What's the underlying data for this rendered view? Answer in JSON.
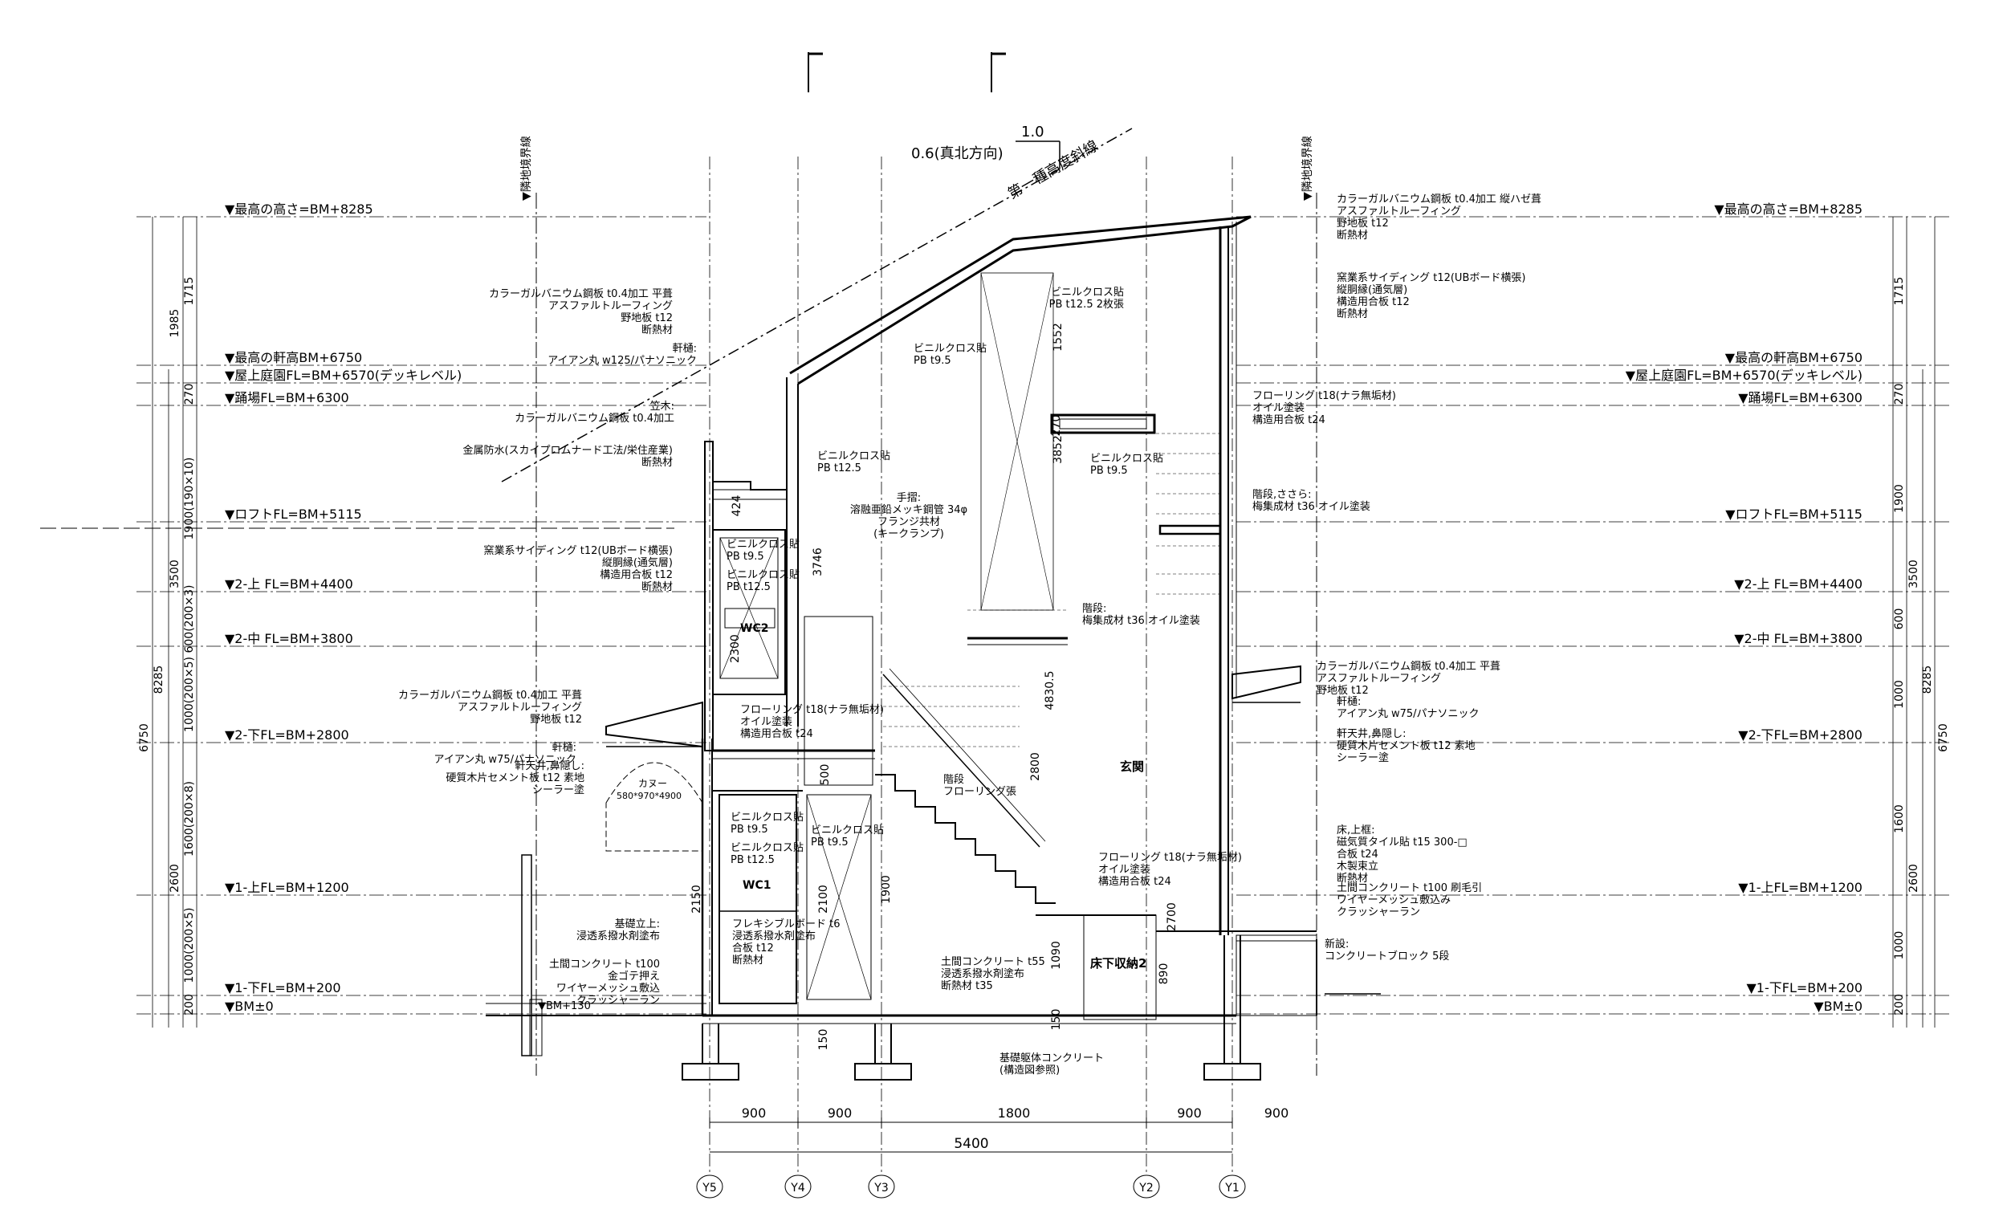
{
  "compass": {
    "ratio_top": "1.0",
    "ratio_label": "0.6(真北方向)",
    "slope_line": "第一種高度斜線"
  },
  "boundary": {
    "left": "▼隣地境界線",
    "right": "▼隣地境界線"
  },
  "levels": [
    {
      "key": "max_height",
      "label": "▼最高の高さ=BM+8285",
      "mm": 8285
    },
    {
      "key": "max_eave",
      "label": "▼最高の軒高BM+6750",
      "mm": 6750
    },
    {
      "key": "roof_garden",
      "label": "▼屋上庭園FL=BM+6570(デッキレベル)",
      "mm": 6570
    },
    {
      "key": "landing",
      "label": "▼踊場FL=BM+6300",
      "mm": 6300
    },
    {
      "key": "loft",
      "label": "▼ロフトFL=BM+5115",
      "mm": 5115
    },
    {
      "key": "f2_upper",
      "label": "▼2-上 FL=BM+4400",
      "mm": 4400
    },
    {
      "key": "f2_mid",
      "label": "▼2-中 FL=BM+3800",
      "mm": 3800
    },
    {
      "key": "f2_lower",
      "label": "▼2-下FL=BM+2800",
      "mm": 2800
    },
    {
      "key": "f1_upper",
      "label": "▼1-上FL=BM+1200",
      "mm": 1200
    },
    {
      "key": "f1_lower",
      "label": "▼1-下FL=BM+200",
      "mm": 200
    },
    {
      "key": "bm",
      "label": "▼BM±0",
      "mm": 0
    }
  ],
  "level_marker_bm130": "▼BM+130",
  "left_dims": {
    "col1": [
      "200",
      "1000(200×5)",
      "1600(200×8)",
      "1000(200×5)",
      "600(200×3)",
      "1900(190×10)",
      "270"
    ],
    "col2": [
      "2600",
      "3500",
      "1985",
      "1715"
    ],
    "col3": [
      "8285"
    ],
    "col4": [
      "6750"
    ]
  },
  "right_dims": {
    "col1": [
      "200",
      "1000",
      "1600",
      "1000",
      "600",
      "1900",
      "270"
    ],
    "col2": [
      "2600",
      "3500",
      "1715"
    ],
    "col3": [
      "8285"
    ],
    "col4": [
      "6750"
    ]
  },
  "interior_dims": [
    "1552",
    "3852",
    "3746",
    "424",
    "2300",
    "500",
    "2150",
    "2100",
    "1900",
    "4830.5",
    "2800",
    "270",
    "1090",
    "890",
    "2700",
    "150",
    "150"
  ],
  "grid": {
    "spans": [
      "900",
      "900",
      "1800",
      "900",
      "900"
    ],
    "total": "5400",
    "axes": [
      "Y5",
      "Y4",
      "Y3",
      "Y2",
      "Y1"
    ]
  },
  "rooms": {
    "wc2": "WC2",
    "wc1": "WC1",
    "entrance": "玄関",
    "storage": "床下収納2",
    "canoe": "カヌー",
    "canoe_size": "580*970*4900"
  },
  "notes": {
    "roof_right": [
      "カラーガルバニウム鋼板 t0.4加工 縦ハゼ葺",
      "アスファルトルーフィング",
      "野地板 t12",
      "断熱材"
    ],
    "wall_right": [
      "窯業系サイディング t12(UBボード横張)",
      "縦胴縁(通気層)",
      "構造用合板 t12",
      "断熱材"
    ],
    "ceiling_top": [
      "ビニルクロス貼",
      "PB t12.5 2枚張"
    ],
    "roof_left": [
      "カラーガルバニウム鋼板 t0.4加工 平葺",
      "アスファルトルーフィング",
      "野地板 t12",
      "断熱材"
    ],
    "gutter_left": [
      "軒樋:",
      "アイアン丸 w125/パナソニック"
    ],
    "slope_ceiling": [
      "ビニルクロス貼",
      "PB t9.5"
    ],
    "flooring_top": [
      "フローリング t18(ナラ無垢材)",
      "オイル塗装",
      "構造用合板 t24"
    ],
    "kasagi": [
      "笠木:",
      "カラーガルバニウム鋼板 t0.4加工"
    ],
    "waterproof": [
      "金属防水(スカイプロムナード工法/栄住産業)",
      "断熱材"
    ],
    "cloth_125": [
      "ビニルクロス貼",
      "PB t12.5"
    ],
    "cloth_95_mid": [
      "ビニルクロス貼",
      "PB t9.5"
    ],
    "stair_upper": [
      "階段,ささら:",
      "梅集成材 t36 オイル塗装"
    ],
    "handrail": [
      "手摺:",
      "溶融亜鉛メッキ鋼管 34φ",
      "フランジ共材",
      "(キークランプ)"
    ],
    "wall_left": [
      "窯業系サイディング t12(UBボード横張)",
      "縦胴縁(通気層)",
      "構造用合板 t12",
      "断熱材"
    ],
    "wc2_cloth_a": [
      "ビニルクロス貼",
      "PB t9.5"
    ],
    "wc2_cloth_b": [
      "ビニルクロス貼",
      "PB t12.5"
    ],
    "stair_mid": [
      "階段:",
      "梅集成材 t36 オイル塗装"
    ],
    "roof_right_low": [
      "カラーガルバニウム鋼板 t0.4加工 平葺",
      "アスファルトルーフィング",
      "野地板 t12"
    ],
    "gutter_right": [
      "軒樋:",
      "アイアン丸 w75/パナソニック"
    ],
    "roof_left_low": [
      "カラーガルバニウム鋼板 t0.4加工 平葺",
      "アスファルトルーフィング",
      "野地板 t12"
    ],
    "flooring_mid": [
      "フローリング t18(ナラ無垢材)",
      "オイル塗装",
      "構造用合板 t24"
    ],
    "gutter_left_low": [
      "軒樋:",
      "アイアン丸 w75/パナソニック"
    ],
    "soffit_right": [
      "軒天井,鼻隠し:",
      "硬質木片セメント板 t12 素地",
      "シーラー塗"
    ],
    "soffit_left": [
      "軒天井,鼻隠し:",
      "硬質木片セメント板 t12 素地",
      "シーラー塗"
    ],
    "stair_low": [
      "階段",
      "フローリング張"
    ],
    "wc1_cloth_a": [
      "ビニルクロス貼",
      "PB t9.5"
    ],
    "wc1_cloth_b": [
      "ビニルクロス貼",
      "PB t12.5"
    ],
    "wc1_cloth_c": [
      "ビニルクロス貼",
      "PB t9.5"
    ],
    "floor_frame": [
      "床,上框:",
      "磁気質タイル貼 t15 300-□",
      "合板 t24",
      "木製束立",
      "断熱材"
    ],
    "flooring_low": [
      "フローリング t18(ナラ無垢材)",
      "オイル塗装",
      "構造用合板 t24"
    ],
    "earth_right": [
      "土間コンクリート t100 刷毛引",
      "ワイヤーメッシュ敷込み",
      "クラッシャーラン"
    ],
    "foundation_rise": [
      "基礎立上:",
      "浸透系撥水剤塗布"
    ],
    "flexible": [
      "フレキシブルボード t6",
      "浸透系撥水剤塗布",
      "合板 t12",
      "断熱材"
    ],
    "new_block": [
      "新設:",
      "コンクリートブロック 5段"
    ],
    "earth_left": [
      "土間コンクリート t100",
      "金ゴテ押え",
      "ワイヤーメッシュ敷込",
      "クラッシャーラン"
    ],
    "earth_mid": [
      "土間コンクリート t55",
      "浸透系撥水剤塗布",
      "断熱材 t35"
    ],
    "foundation": [
      "基礎躯体コンクリート",
      "(構造図参照)"
    ]
  }
}
